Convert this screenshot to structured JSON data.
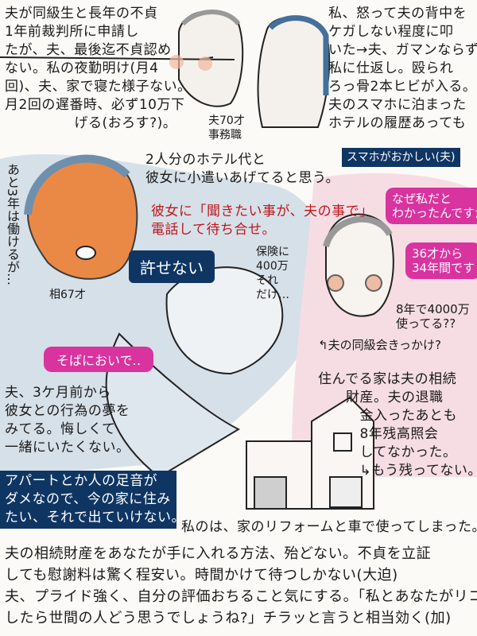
{
  "top_left_text": "夫が同級生と長年の不貞\n1年前裁判所に申請し\nたが、夫、最後迄不貞認め\nない。私の夜勤明け(月4\n回)、夫、家で寝た様子ない。\n月2回の遅番時、必ず10万下\n　　　　　げる(おろす?)。",
  "top_right_text": "私、怒って夫の背中を\nケガしない程度に叩\nいた→夫、ガマンならず\n私に仕返し。殴られ\nろっ骨2本ヒビが入る。\n夫のスマホに泊まった\nホテルの履歴あっても",
  "husband_label": "夫70才\n事務職",
  "phone_label": "スマホがおかしい(夫)",
  "hotel_text": "2人分のホテル代と\n彼女に小遣いあげてると思う。",
  "vertical_note": "あと3年は働けるが…",
  "red_text": "彼女に「聞きたい事が、夫の事で」\n電話して待ち合せ。",
  "unforgivable_bubble": "許せない",
  "consultant_label": "相67才",
  "insurance_text": "保険に\n400万\nそれ\nだけ…",
  "pink_bubble_1": "なぜ私だと\nわかったんですか",
  "pink_bubble_2": "36才から\n34年間です",
  "spent_text": "8年で4000万\n使ってる??",
  "reunion_text": "↰夫の同級会きっかけ?",
  "come_here_bubble": "そばにおいで‥",
  "dream_text": "夫、3ケ月前から\n彼女との行為の夢を\nみてる。悔しくて\n一緒にいたくない。",
  "house_text": "住んでる家は夫の相続\n　　財産。夫の退職\n　　　金入ったあとも\n　　　8年残高照会\n　　　してなかった。\n　　　↳もう残ってない。",
  "apartment_box": "アパートとか人の足音が\nダメなので、今の家に住み\nたい、それで出ていけない。",
  "my_money_text": "私のは、家のリフォームと車で使ってしまった。",
  "answer_text": "夫の相続財産をあなたが手に入れる方法、殆どない。不貞を立証\nしても慰謝料は驚く程安い。時間かけて待つしかない(大迫)\n夫、プライド強く、自分の評価おちること気にする。「私とあなたがリコン\nしたら世間の人どう思うでしょうね?」チラッと言うと相当効く(加)",
  "colors": {
    "navy": "#0f3563",
    "pink": "#d9339f",
    "red": "#c0161a",
    "blue_wash": "#c9d6e3",
    "pink_wash": "#f6dde4",
    "orange": "#ee7a2a"
  }
}
